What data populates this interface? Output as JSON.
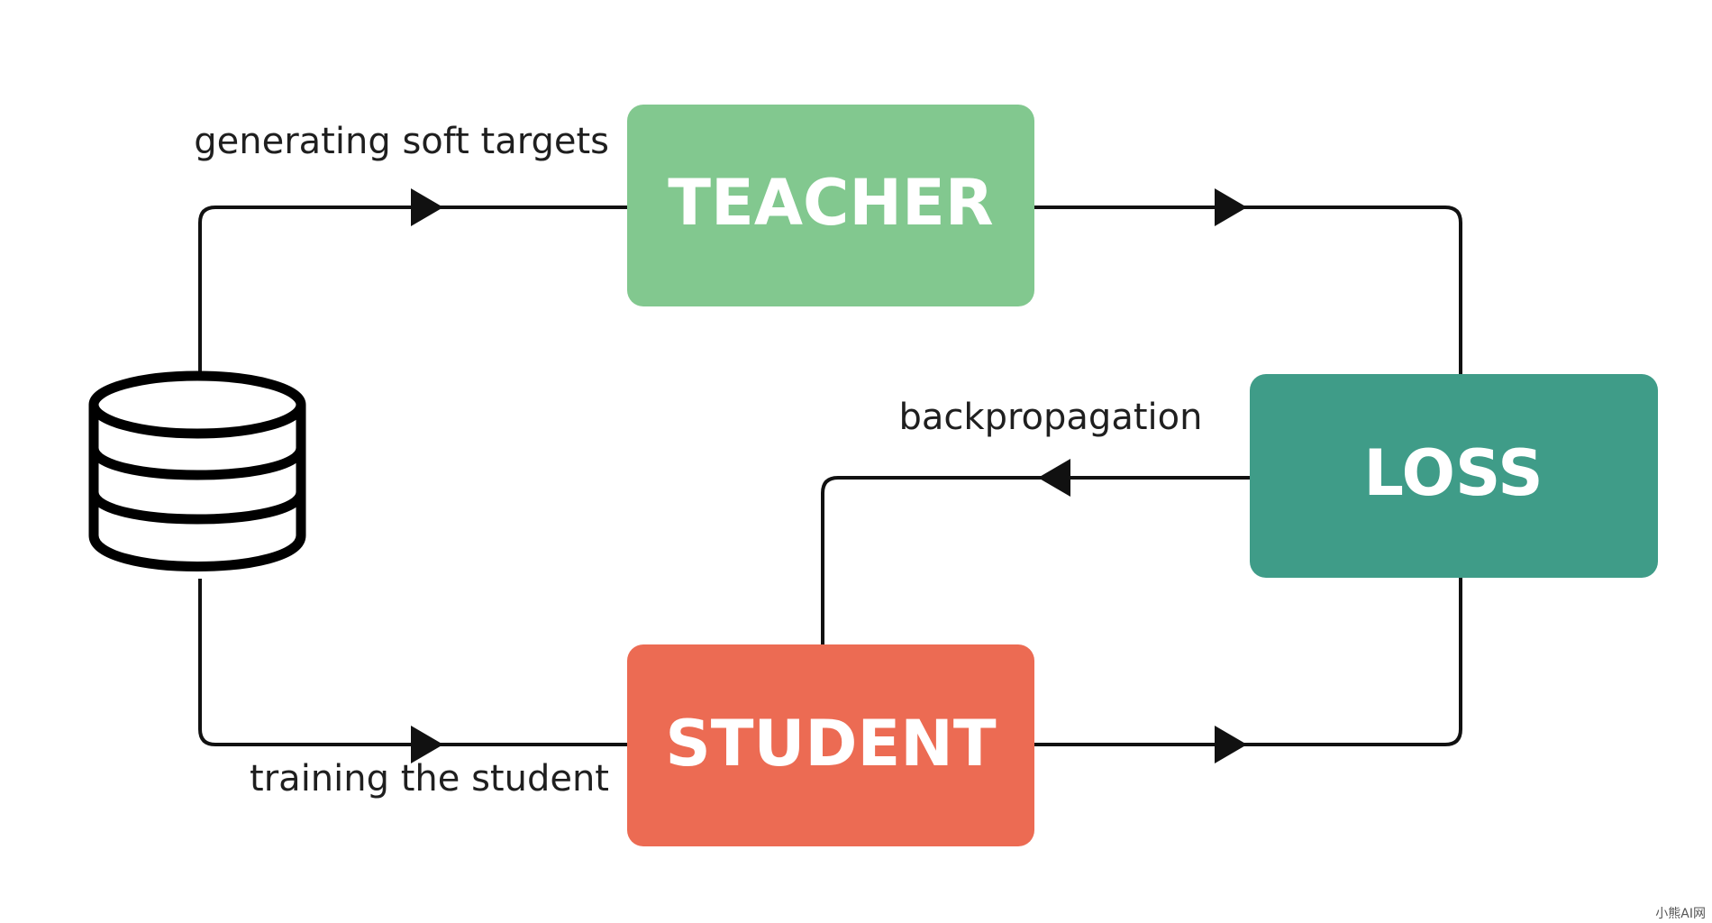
{
  "nodes": {
    "teacher": {
      "label": "TEACHER",
      "color": "#82c88f"
    },
    "student": {
      "label": "STUDENT",
      "color": "#ec6b53"
    },
    "loss": {
      "label": "LOSS",
      "color": "#3f9c88"
    },
    "data": {
      "icon": "database-icon"
    }
  },
  "edges": {
    "generating": {
      "label": "generating soft targets"
    },
    "training": {
      "label": "training the student"
    },
    "backprop": {
      "label": "backpropagation"
    }
  },
  "watermark": {
    "text": "小熊AI网"
  },
  "colors": {
    "line": "#111111",
    "label_text": "#1f1f1f"
  }
}
